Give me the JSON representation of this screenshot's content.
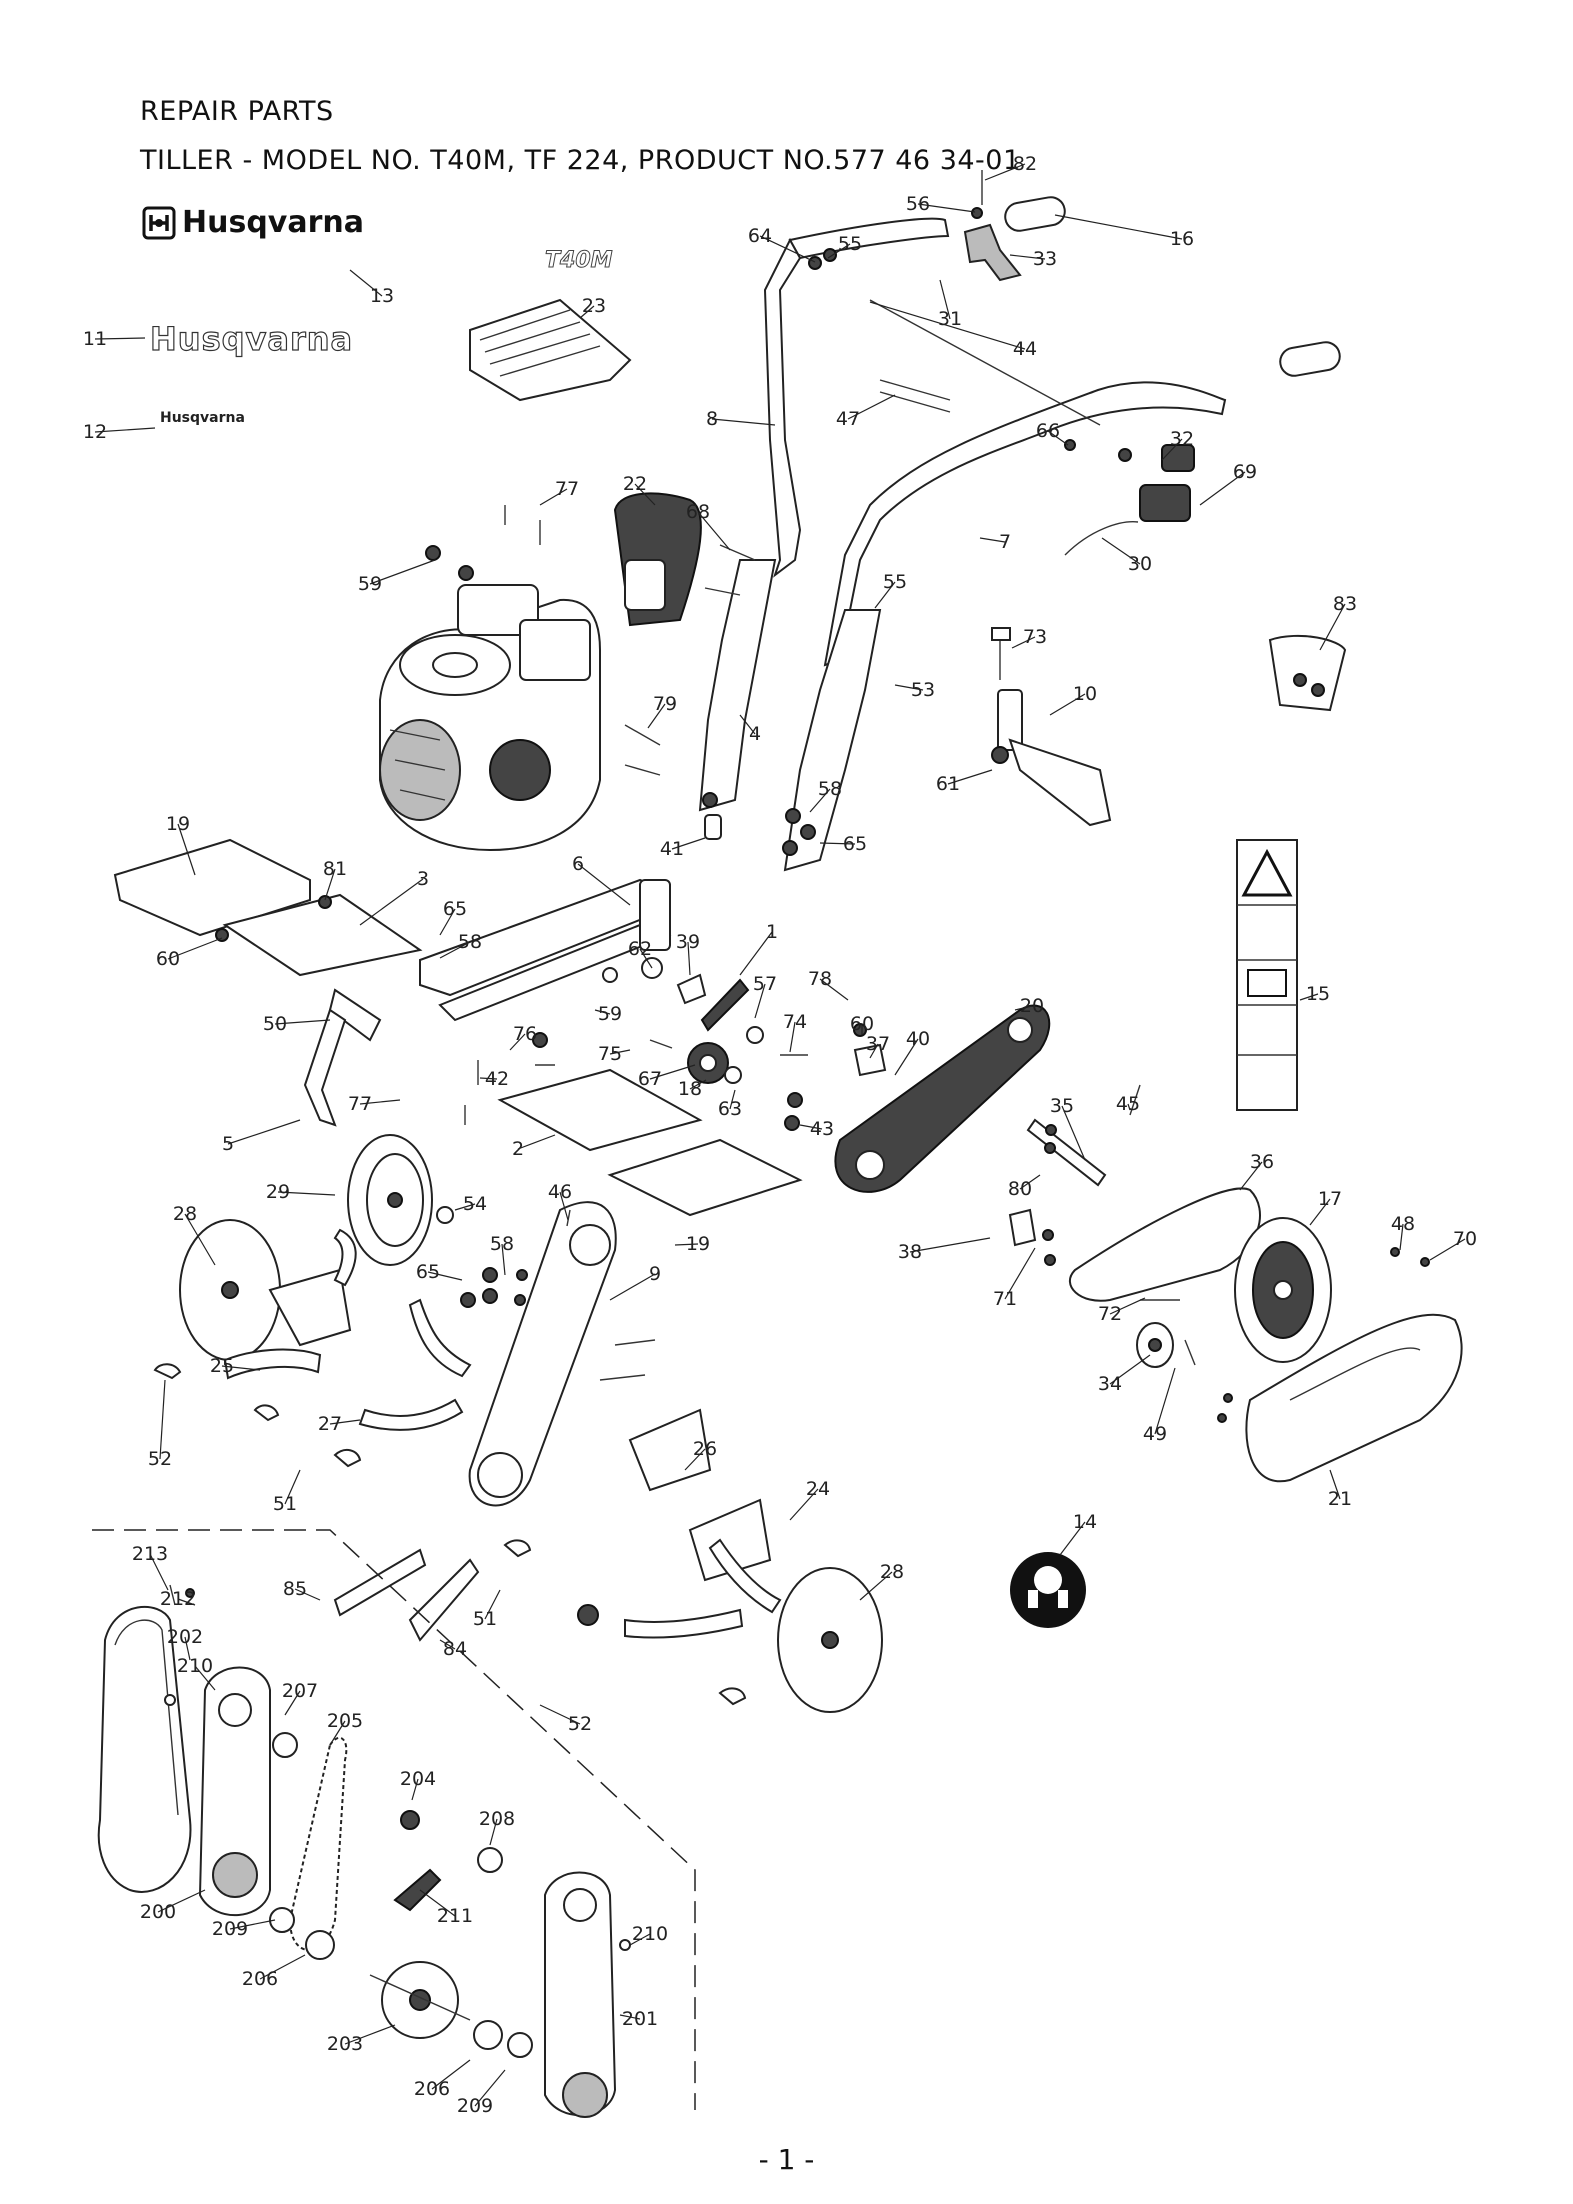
{
  "header": {
    "title": "REPAIR PARTS",
    "subtitle": "TILLER - MODEL NO. T40M, TF 224, PRODUCT NO.577 46 34-01"
  },
  "brand": {
    "logo_text": "Husqvarna",
    "decal_small": "Husqvarna",
    "decal_large": "Husqvarna",
    "model_decal": "T40M"
  },
  "footer": {
    "page_number": "- 1 -"
  },
  "icons": [
    "husqvarna-crown-icon",
    "warning-triangle-icon",
    "hearing-protection-icon",
    "manual-book-icon"
  ],
  "callouts": [
    {
      "label": "82"
    },
    {
      "label": "56"
    },
    {
      "label": "64"
    },
    {
      "label": "55"
    },
    {
      "label": "16"
    },
    {
      "label": "33"
    },
    {
      "label": "31"
    },
    {
      "label": "13"
    },
    {
      "label": "23"
    },
    {
      "label": "11"
    },
    {
      "label": "44"
    },
    {
      "label": "8"
    },
    {
      "label": "47"
    },
    {
      "label": "12"
    },
    {
      "label": "66"
    },
    {
      "label": "32"
    },
    {
      "label": "69"
    },
    {
      "label": "77"
    },
    {
      "label": "22"
    },
    {
      "label": "68"
    },
    {
      "label": "7"
    },
    {
      "label": "30"
    },
    {
      "label": "59"
    },
    {
      "label": "55"
    },
    {
      "label": "83"
    },
    {
      "label": "73"
    },
    {
      "label": "53"
    },
    {
      "label": "79"
    },
    {
      "label": "10"
    },
    {
      "label": "4"
    },
    {
      "label": "61"
    },
    {
      "label": "58"
    },
    {
      "label": "19"
    },
    {
      "label": "41"
    },
    {
      "label": "65"
    },
    {
      "label": "81"
    },
    {
      "label": "3"
    },
    {
      "label": "6"
    },
    {
      "label": "65"
    },
    {
      "label": "60"
    },
    {
      "label": "58"
    },
    {
      "label": "62"
    },
    {
      "label": "39"
    },
    {
      "label": "1"
    },
    {
      "label": "78"
    },
    {
      "label": "15"
    },
    {
      "label": "59"
    },
    {
      "label": "57"
    },
    {
      "label": "20"
    },
    {
      "label": "50"
    },
    {
      "label": "76"
    },
    {
      "label": "74"
    },
    {
      "label": "60"
    },
    {
      "label": "75"
    },
    {
      "label": "37"
    },
    {
      "label": "40"
    },
    {
      "label": "42"
    },
    {
      "label": "67"
    },
    {
      "label": "18"
    },
    {
      "label": "63"
    },
    {
      "label": "77"
    },
    {
      "label": "43"
    },
    {
      "label": "35"
    },
    {
      "label": "45"
    },
    {
      "label": "2"
    },
    {
      "label": "5"
    },
    {
      "label": "36"
    },
    {
      "label": "29"
    },
    {
      "label": "54"
    },
    {
      "label": "19"
    },
    {
      "label": "80"
    },
    {
      "label": "17"
    },
    {
      "label": "46"
    },
    {
      "label": "28"
    },
    {
      "label": "58"
    },
    {
      "label": "65"
    },
    {
      "label": "9"
    },
    {
      "label": "48"
    },
    {
      "label": "38"
    },
    {
      "label": "70"
    },
    {
      "label": "71"
    },
    {
      "label": "72"
    },
    {
      "label": "25"
    },
    {
      "label": "34"
    },
    {
      "label": "49"
    },
    {
      "label": "27"
    },
    {
      "label": "52"
    },
    {
      "label": "26"
    },
    {
      "label": "21"
    },
    {
      "label": "51"
    },
    {
      "label": "24"
    },
    {
      "label": "14"
    },
    {
      "label": "213"
    },
    {
      "label": "212"
    },
    {
      "label": "28"
    },
    {
      "label": "85"
    },
    {
      "label": "51"
    },
    {
      "label": "202"
    },
    {
      "label": "210"
    },
    {
      "label": "84"
    },
    {
      "label": "207"
    },
    {
      "label": "205"
    },
    {
      "label": "52"
    },
    {
      "label": "204"
    },
    {
      "label": "208"
    },
    {
      "label": "211"
    },
    {
      "label": "210"
    },
    {
      "label": "200"
    },
    {
      "label": "209"
    },
    {
      "label": "206"
    },
    {
      "label": "201"
    },
    {
      "label": "203"
    },
    {
      "label": "206"
    },
    {
      "label": "209"
    }
  ]
}
